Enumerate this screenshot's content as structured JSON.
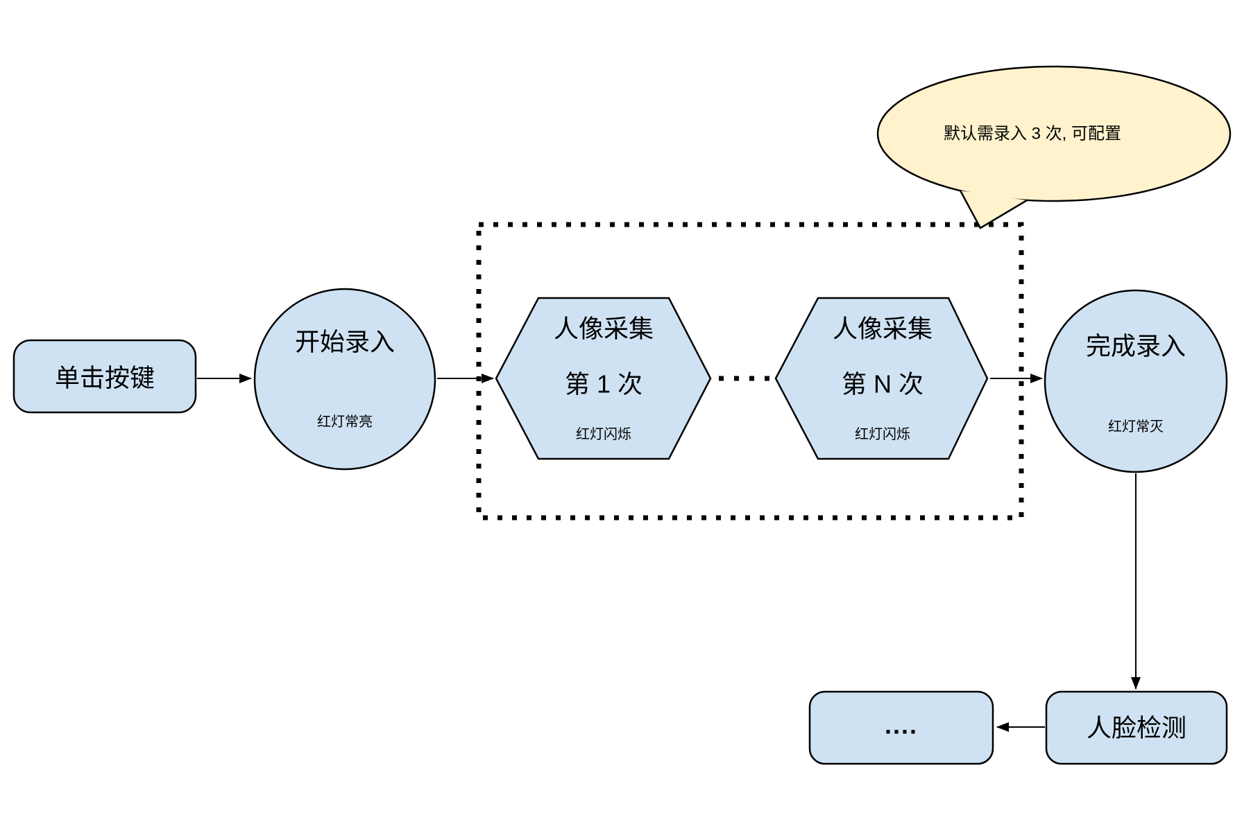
{
  "diagram": {
    "background": "#ffffff",
    "colors": {
      "node_fill": "#cfe2f3",
      "callout_fill": "#fff2cc",
      "stroke": "#000000"
    },
    "nodes": {
      "click_button": {
        "label": "单击按键"
      },
      "start_record": {
        "label": "开始录入",
        "sublabel": "红灯常亮"
      },
      "capture_first": {
        "label": "人像采集",
        "label2": "第 1 次",
        "sublabel": "红灯闪烁"
      },
      "capture_nth": {
        "label": "人像采集",
        "label2": "第 N 次",
        "sublabel": "红灯闪烁"
      },
      "finish_record": {
        "label": "完成录入",
        "sublabel": "红灯常灭"
      },
      "face_detection": {
        "label": "人脸检测"
      },
      "more": {
        "label": "...."
      }
    },
    "callout": {
      "text": "默认需录入 3 次, 可配置"
    }
  }
}
